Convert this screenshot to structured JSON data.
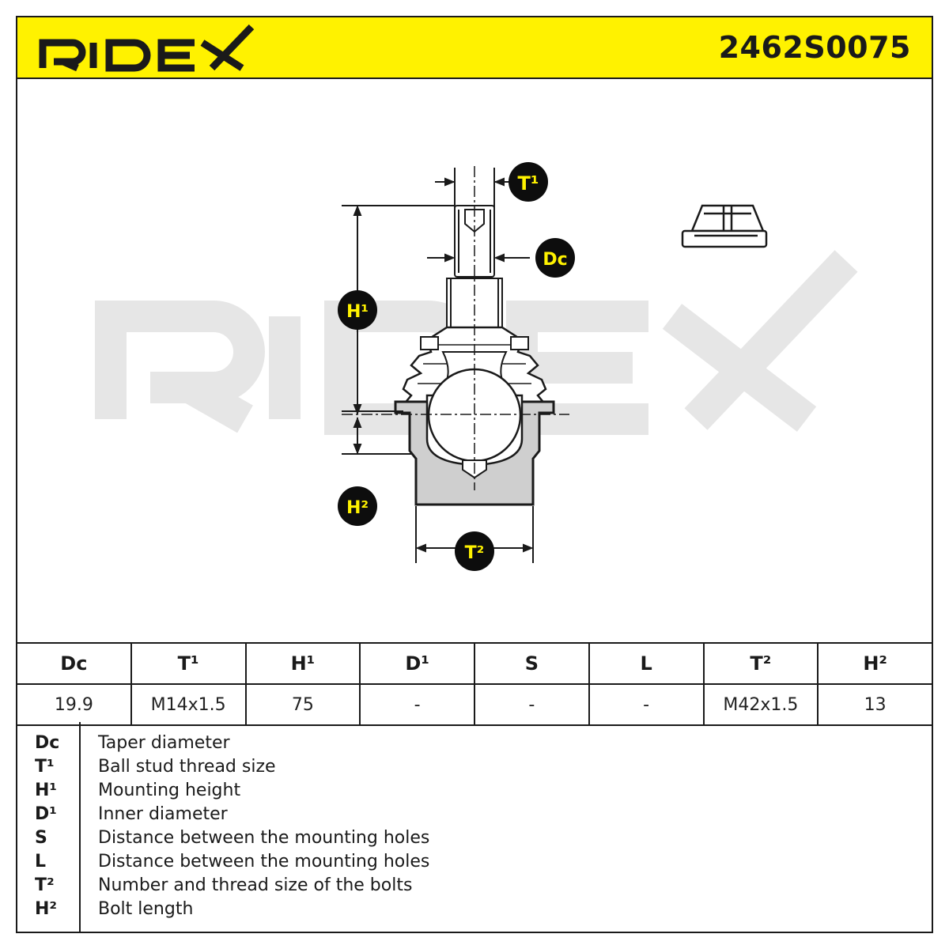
{
  "header": {
    "brand": "RIDEX",
    "part_number": "2462S0075"
  },
  "drawing": {
    "watermark": "RIDEX",
    "labels": {
      "t1": "T¹",
      "dc": "Dc",
      "h1": "H¹",
      "h2": "H²",
      "t2": "T²"
    }
  },
  "specs": {
    "headers": [
      "Dc",
      "T¹",
      "H¹",
      "D¹",
      "S",
      "L",
      "T²",
      "H²"
    ],
    "values": [
      "19.9",
      "M14x1.5",
      "75",
      "-",
      "-",
      "-",
      "M42x1.5",
      "13"
    ]
  },
  "legend": [
    {
      "key": "Dc",
      "desc": "Taper diameter"
    },
    {
      "key": "T¹",
      "desc": "Ball stud thread size"
    },
    {
      "key": "H¹",
      "desc": "Mounting height"
    },
    {
      "key": "D¹",
      "desc": "Inner diameter"
    },
    {
      "key": "S",
      "desc": "Distance between the mounting holes"
    },
    {
      "key": "L",
      "desc": "Distance between the mounting holes"
    },
    {
      "key": "T²",
      "desc": "Number and thread size of the bolts"
    },
    {
      "key": "H²",
      "desc": "Bolt length"
    }
  ],
  "colors": {
    "brand_yellow": "#fff200",
    "badge_text": "#fff200",
    "line": "#1a1a1a",
    "watermark": "#e6e6e6",
    "body_fill": "#cfcfcf"
  }
}
